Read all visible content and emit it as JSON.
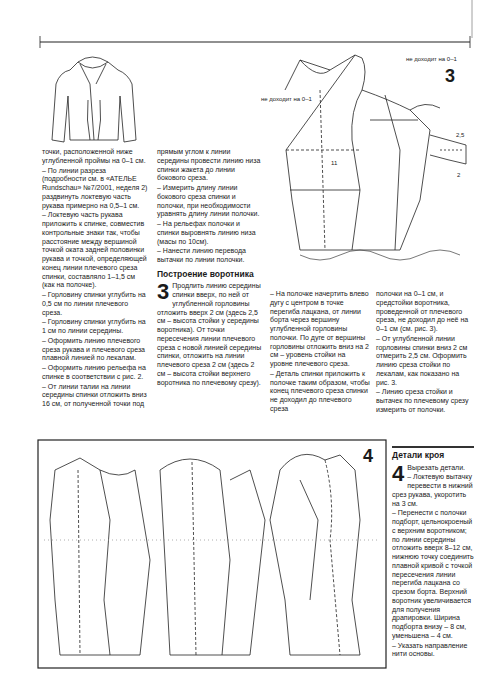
{
  "diagram": {
    "labels": [
      "точки, расположенной ниже углубленной проймы на 0–1 см.",
      "– По линии разреза (подробности см. в «АТЕЛЬЕ Rundschau» №7/2001, неделя 2) раздвинуть локтевую часть рукава примерно на 0,5–1 см.",
      "– Локтевую часть рукава приложить к спинке, совместив контрольные знаки так, чтобы расстояние между вершиной точкой оката задней половинки рукава и точкой, определяющей конец линии плечевого среза спинки, составляло 1–1,5 см (как на полочке).",
      "– Горловину спинки углубить на 0,5 см по линии плечевого среза.",
      "– Горловину спинки углубить на 1 см по линии середины.",
      "– Оформить линию плечевого среза рукава и плечевого среза плавной линией по лекалам.",
      "– Оформить линию рельефа на спинке в соответствии с рис. 2.",
      "– От линии талии на линии середины спинки отложить вниз 16 см, от полученной точки под",
      "прямым углом к линии середины провести линию низа спинки жакета до линии бокового среза.",
      "– Измерить длину линии бокового среза спинки и полочки, при необходимости уравнять длину линии полочки.",
      "– На рельефах полочки и спинки выровнять линию низа (масы по 10см).",
      "– Нанести линию перевода вытачки по линии полочки.",
      "Построение воротника",
      "3",
      "Продлить линию середины спинки вверх, по ней от углубленной горловины отложить вверх 2 см (здесь 2,5 см – высота стойки у середины воротника). От точки пересечения линии плечевого среза с новой линией середины спинки, отложить на линии плечевого среза 2 см (здесь 2 см – высота стойки верхнего воротника по плечевому срезу).",
      "– На полочке начертить влево дугу с центром в точке перегиба лацкана, от линии борта через вершину углубленной горловины полочки. По дуге от вершины горловины отложить вниз на 2 см – уровень стойки на уровне плечевого среза.",
      "– Деталь спинки приложить к полочке таким образом, чтобы конец плечевого среза спинки не доходил до плечевого среза",
      "полочки на 0–1 см, и средстойки воротника, проведенной от плечевого среза, не доходил до неё на 0–1 см (см. рис. 3).",
      "– От углубленной линии горловины спинки вниз 2 см отмерить 2,5 см. Оформить линию среза стойки по лекалам, как показано на рис. 3.",
      "– Линию среза стойки и вытачек по плечевому срезу измерить от полочки.",
      "3",
      "не доходит на 0–1",
      "не доходит на 0–1",
      "2,5",
      "2",
      "11",
      "4",
      "Детали кроя",
      "4",
      "Вырезать детали.",
      "– Локтевую вытачку перевести в нижний срез рукава, укоротить на 3 см.",
      "– Перенести с полочки подборт, цельнокроеный с верхним воротником; по линии середины отложить вверх 8–12 см, нижнюю точку соединить плавной кривой с точкой пересечения линии перегиба лацкана со срезом борта. Верхний воротник увеличивается для получения драпировки. Ширина подборта внизу – 8 см, уменьшена – 4 см.",
      "– Указать направление нити основы."
    ]
  }
}
